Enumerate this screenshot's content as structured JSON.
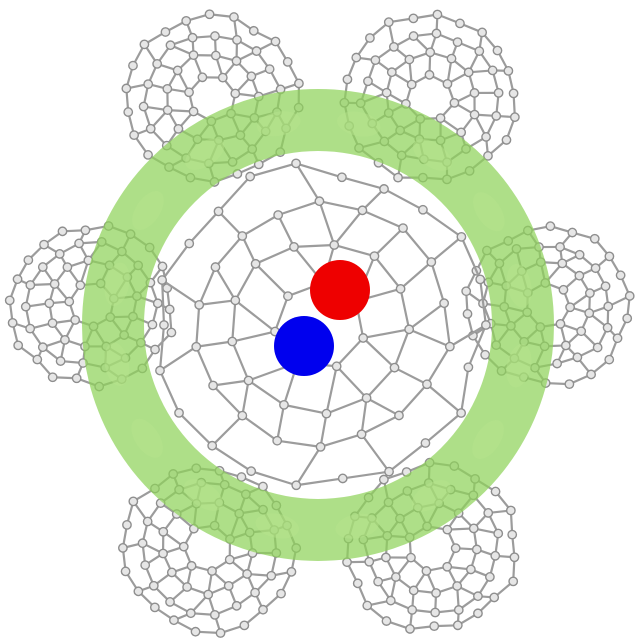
{
  "figure": {
    "cage_count": 7,
    "colors": {
      "cage_bond": "#9c9c9c",
      "cage_atom_fill": "#e6e6e6",
      "cage_atom_stroke": "#8e8e8e",
      "ring": "#8fd35a",
      "ring_highlight": "#b7e58f",
      "atom_red": "#ee0000",
      "atom_blue": "#0000ee",
      "background": "#ffffff"
    },
    "ring": {
      "opacity": 0.72
    },
    "atoms": [
      {
        "name": "red-atom",
        "color": "#ee0000"
      },
      {
        "name": "blue-atom",
        "color": "#0000ee"
      }
    ]
  }
}
